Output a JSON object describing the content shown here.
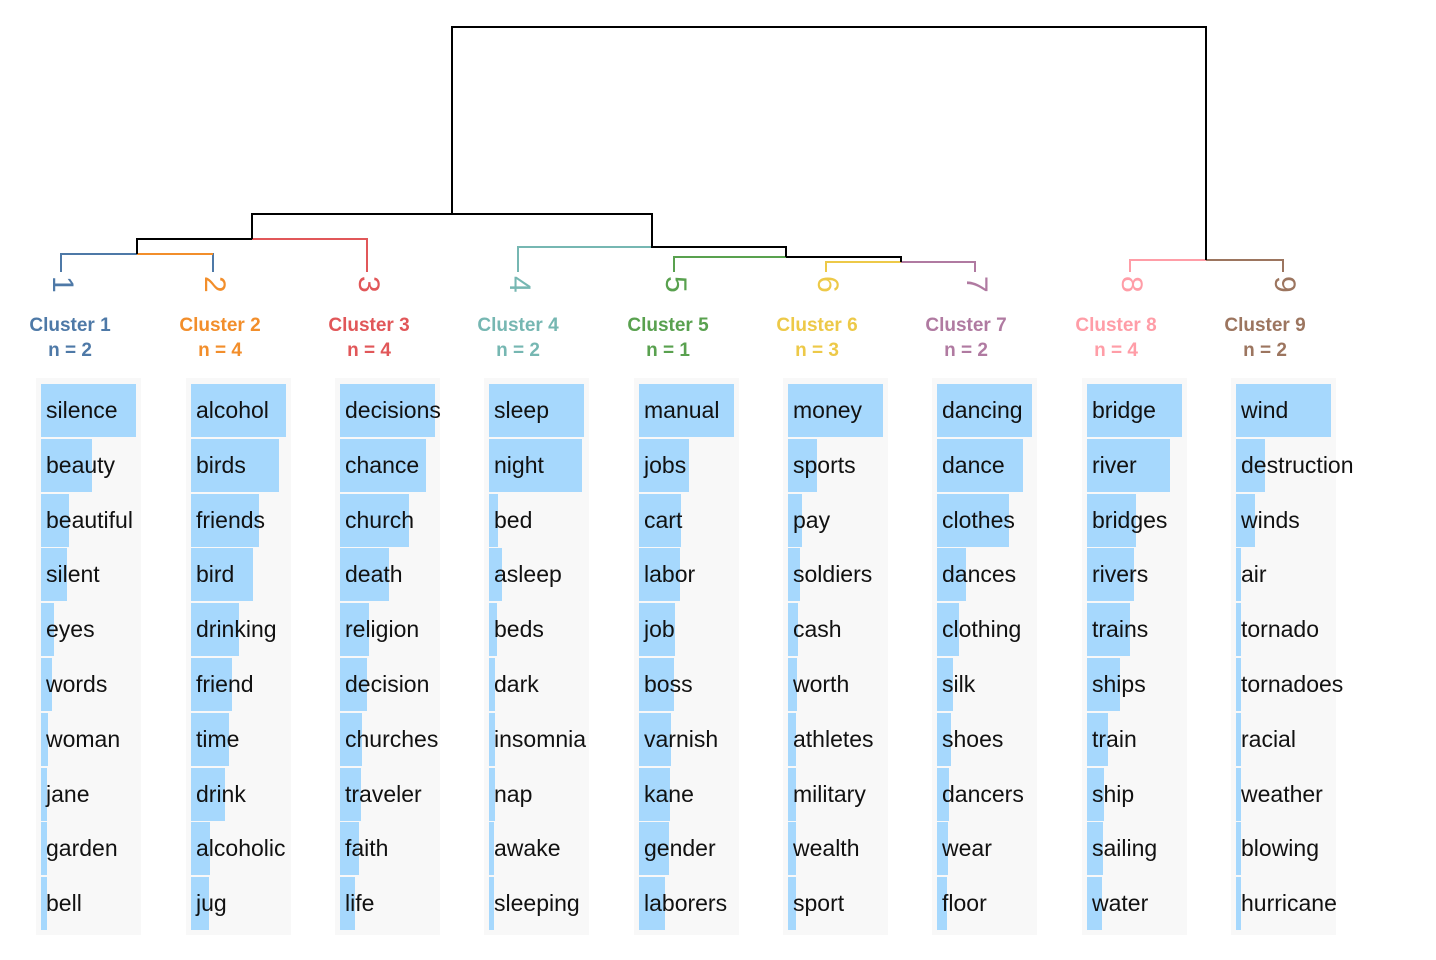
{
  "colors": {
    "tree": "#000000",
    "bar": "#a6d8fd",
    "panel": "#f8f8f8"
  },
  "clusters": [
    {
      "title": "Cluster 1",
      "count": "n = 2",
      "leaf_label": "1",
      "color": "#4e79a7",
      "words": [
        {
          "word": "silence",
          "weight": 1.0
        },
        {
          "word": "beauty",
          "weight": 0.54
        },
        {
          "word": "beautiful",
          "weight": 0.29
        },
        {
          "word": "silent",
          "weight": 0.27
        },
        {
          "word": "eyes",
          "weight": 0.14
        },
        {
          "word": "words",
          "weight": 0.12
        },
        {
          "word": "woman",
          "weight": 0.07
        },
        {
          "word": "jane",
          "weight": 0.06
        },
        {
          "word": "garden",
          "weight": 0.06
        },
        {
          "word": "bell",
          "weight": 0.06
        }
      ]
    },
    {
      "title": "Cluster 2",
      "count": "n = 4",
      "leaf_label": "2",
      "color": "#f28e2b",
      "words": [
        {
          "word": "alcohol",
          "weight": 1.0
        },
        {
          "word": "birds",
          "weight": 0.93
        },
        {
          "word": "friends",
          "weight": 0.72
        },
        {
          "word": "bird",
          "weight": 0.65
        },
        {
          "word": "drinking",
          "weight": 0.51
        },
        {
          "word": "friend",
          "weight": 0.43
        },
        {
          "word": "time",
          "weight": 0.4
        },
        {
          "word": "drink",
          "weight": 0.36
        },
        {
          "word": "alcoholic",
          "weight": 0.2
        },
        {
          "word": "jug",
          "weight": 0.19
        }
      ]
    },
    {
      "title": "Cluster 3",
      "count": "n = 4",
      "leaf_label": "3",
      "color": "#e15759",
      "words": [
        {
          "word": "decisions",
          "weight": 1.0
        },
        {
          "word": "chance",
          "weight": 0.91
        },
        {
          "word": "church",
          "weight": 0.73
        },
        {
          "word": "death",
          "weight": 0.52
        },
        {
          "word": "religion",
          "weight": 0.3
        },
        {
          "word": "decision",
          "weight": 0.28
        },
        {
          "word": "churches",
          "weight": 0.23
        },
        {
          "word": "traveler",
          "weight": 0.22
        },
        {
          "word": "faith",
          "weight": 0.2
        },
        {
          "word": "life",
          "weight": 0.16
        }
      ]
    },
    {
      "title": "Cluster 4",
      "count": "n = 2",
      "leaf_label": "4",
      "color": "#76b7b2",
      "words": [
        {
          "word": "sleep",
          "weight": 1.0
        },
        {
          "word": "night",
          "weight": 0.98
        },
        {
          "word": "bed",
          "weight": 0.09
        },
        {
          "word": "asleep",
          "weight": 0.14
        },
        {
          "word": "beds",
          "weight": 0.08
        },
        {
          "word": "dark",
          "weight": 0.06
        },
        {
          "word": "insomnia",
          "weight": 0.06
        },
        {
          "word": "nap",
          "weight": 0.06
        },
        {
          "word": "awake",
          "weight": 0.05
        },
        {
          "word": "sleeping",
          "weight": 0.05
        }
      ]
    },
    {
      "title": "Cluster 5",
      "count": "n = 1",
      "leaf_label": "5",
      "color": "#59a14f",
      "words": [
        {
          "word": "manual",
          "weight": 1.0
        },
        {
          "word": "jobs",
          "weight": 0.53
        },
        {
          "word": "cart",
          "weight": 0.44
        },
        {
          "word": "labor",
          "weight": 0.43
        },
        {
          "word": "job",
          "weight": 0.38
        },
        {
          "word": "boss",
          "weight": 0.37
        },
        {
          "word": "varnish",
          "weight": 0.34
        },
        {
          "word": "kane",
          "weight": 0.33
        },
        {
          "word": "gender",
          "weight": 0.32
        },
        {
          "word": "laborers",
          "weight": 0.27
        }
      ]
    },
    {
      "title": "Cluster 6",
      "count": "n = 3",
      "leaf_label": "6",
      "color": "#edc948",
      "words": [
        {
          "word": "money",
          "weight": 1.0
        },
        {
          "word": "sports",
          "weight": 0.31
        },
        {
          "word": "pay",
          "weight": 0.15
        },
        {
          "word": "soldiers",
          "weight": 0.13
        },
        {
          "word": "cash",
          "weight": 0.1
        },
        {
          "word": "worth",
          "weight": 0.09
        },
        {
          "word": "athletes",
          "weight": 0.08
        },
        {
          "word": "military",
          "weight": 0.08
        },
        {
          "word": "wealth",
          "weight": 0.08
        },
        {
          "word": "sport",
          "weight": 0.08
        }
      ]
    },
    {
      "title": "Cluster 7",
      "count": "n = 2",
      "leaf_label": "7",
      "color": "#b07aa1",
      "words": [
        {
          "word": "dancing",
          "weight": 1.0
        },
        {
          "word": "dance",
          "weight": 0.91
        },
        {
          "word": "clothes",
          "weight": 0.76
        },
        {
          "word": "dances",
          "weight": 0.31
        },
        {
          "word": "clothing",
          "weight": 0.23
        },
        {
          "word": "silk",
          "weight": 0.17
        },
        {
          "word": "shoes",
          "weight": 0.15
        },
        {
          "word": "dancers",
          "weight": 0.13
        },
        {
          "word": "wear",
          "weight": 0.12
        },
        {
          "word": "floor",
          "weight": 0.11
        }
      ]
    },
    {
      "title": "Cluster 8",
      "count": "n = 4",
      "leaf_label": "8",
      "color": "#ff9da7",
      "words": [
        {
          "word": "bridge",
          "weight": 1.0
        },
        {
          "word": "river",
          "weight": 0.87
        },
        {
          "word": "bridges",
          "weight": 0.52
        },
        {
          "word": "rivers",
          "weight": 0.49
        },
        {
          "word": "trains",
          "weight": 0.45
        },
        {
          "word": "ships",
          "weight": 0.35
        },
        {
          "word": "train",
          "weight": 0.22
        },
        {
          "word": "ship",
          "weight": 0.18
        },
        {
          "word": "sailing",
          "weight": 0.17
        },
        {
          "word": "water",
          "weight": 0.16
        }
      ]
    },
    {
      "title": "Cluster 9",
      "count": "n = 2",
      "leaf_label": "9",
      "color": "#9c755f",
      "words": [
        {
          "word": "wind",
          "weight": 1.0
        },
        {
          "word": "destruction",
          "weight": 0.3
        },
        {
          "word": "winds",
          "weight": 0.2
        },
        {
          "word": "air",
          "weight": 0.05
        },
        {
          "word": "tornado",
          "weight": 0.05
        },
        {
          "word": "tornadoes",
          "weight": 0.04
        },
        {
          "word": "racial",
          "weight": 0.04
        },
        {
          "word": "weather",
          "weight": 0.04
        },
        {
          "word": "blowing",
          "weight": 0.04
        },
        {
          "word": "hurricane",
          "weight": 0.03
        }
      ]
    }
  ]
}
